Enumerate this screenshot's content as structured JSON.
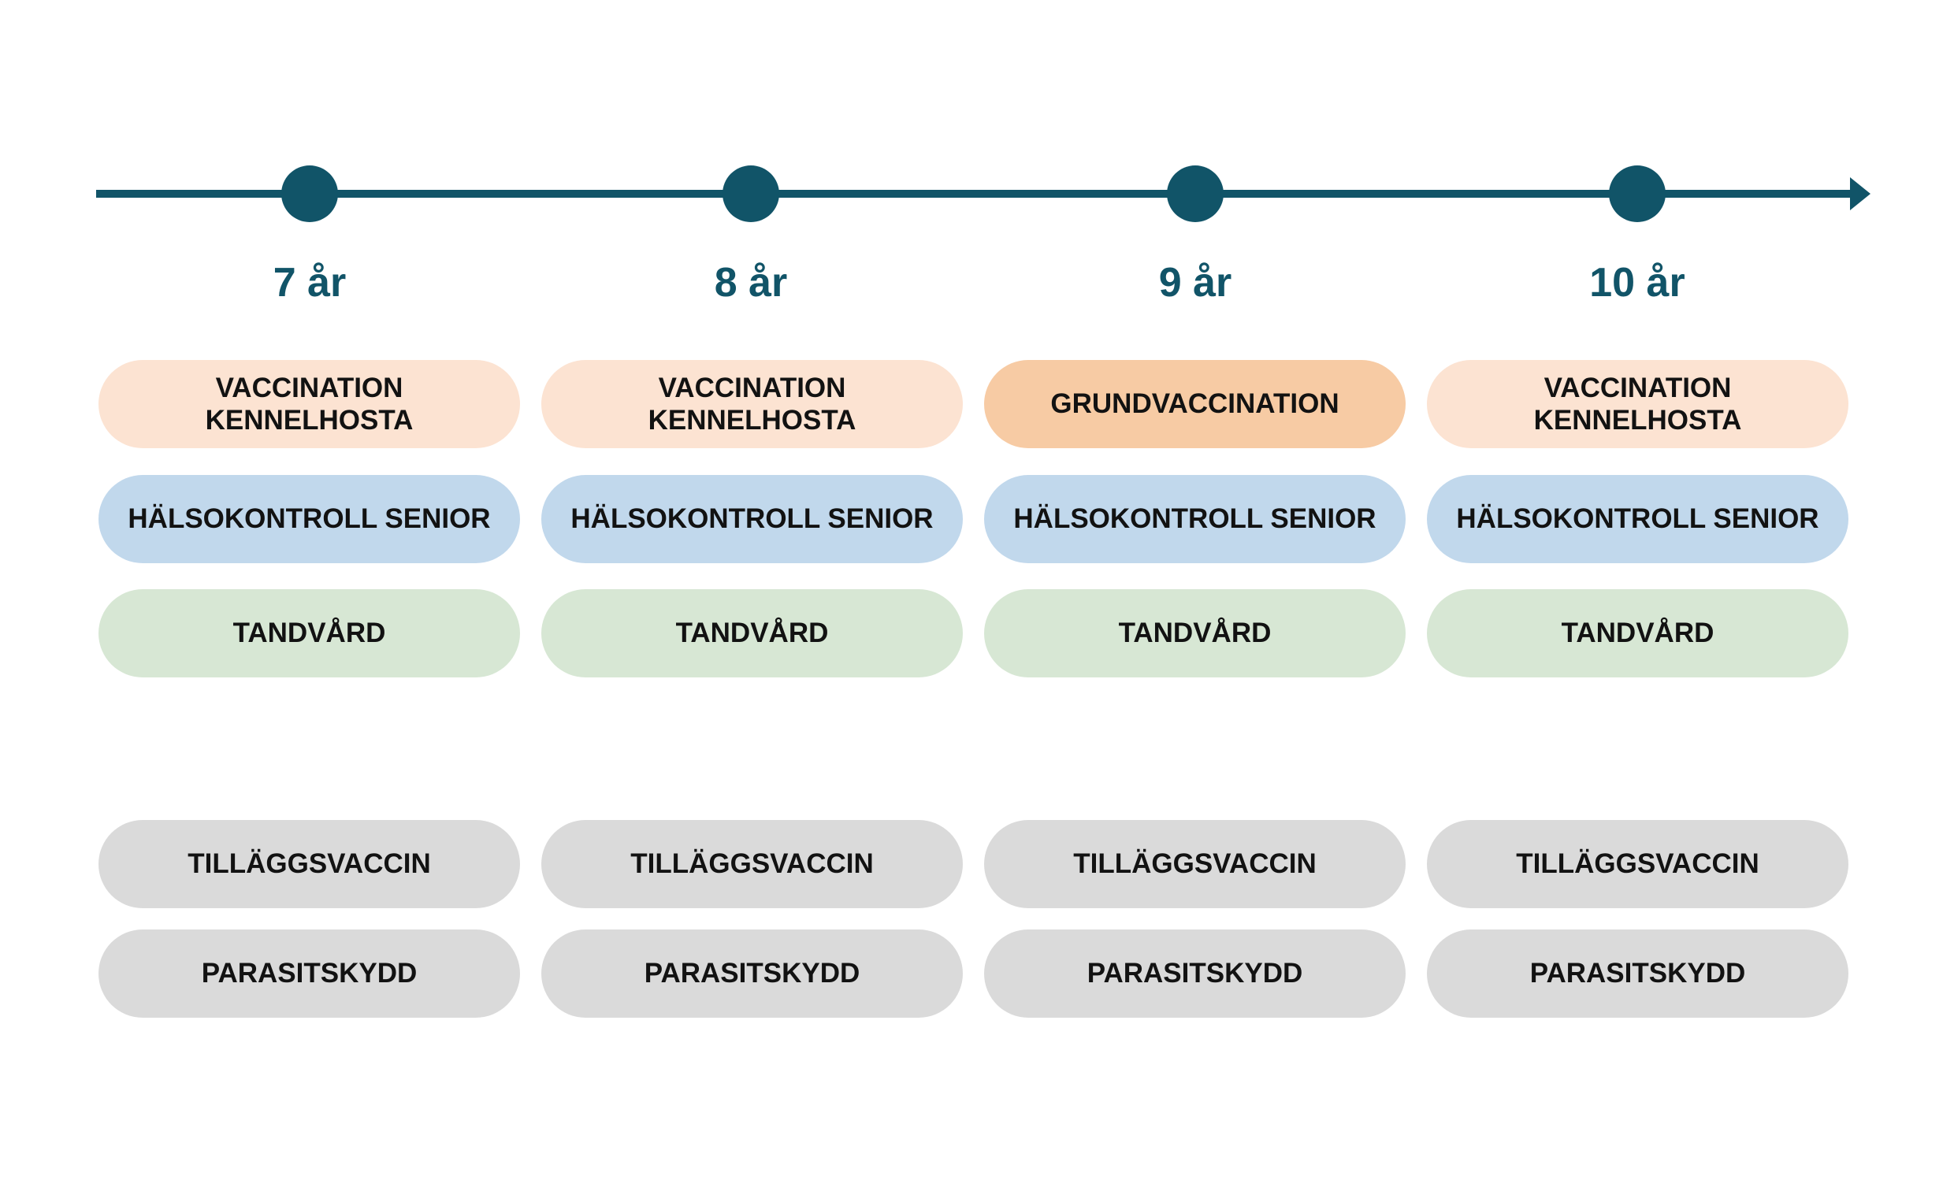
{
  "colors": {
    "timeline": "#115468",
    "peach": "#FCE3D2",
    "orange": "#F7CBA4",
    "blue": "#C1D8EC",
    "green": "#D7E7D4",
    "gray": "#DADADA",
    "text": "#121212"
  },
  "timeline": {
    "ages": [
      "7 år",
      "8 år",
      "9 år",
      "10 år"
    ]
  },
  "columns": [
    {
      "age": "7 år",
      "pills": [
        {
          "label": "VACCINATION KENNELHOSTA",
          "color": "peach"
        },
        {
          "label": "HÄLSOKONTROLL SENIOR",
          "color": "blue"
        },
        {
          "label": "TANDVÅRD",
          "color": "green"
        },
        {
          "label": "TILLÄGGSVACCIN",
          "color": "gray"
        },
        {
          "label": "PARASITSKYDD",
          "color": "gray"
        }
      ]
    },
    {
      "age": "8 år",
      "pills": [
        {
          "label": "VACCINATION KENNELHOSTA",
          "color": "peach"
        },
        {
          "label": "HÄLSOKONTROLL SENIOR",
          "color": "blue"
        },
        {
          "label": "TANDVÅRD",
          "color": "green"
        },
        {
          "label": "TILLÄGGSVACCIN",
          "color": "gray"
        },
        {
          "label": "PARASITSKYDD",
          "color": "gray"
        }
      ]
    },
    {
      "age": "9 år",
      "pills": [
        {
          "label": "GRUNDVACCINATION",
          "color": "orange"
        },
        {
          "label": "HÄLSOKONTROLL SENIOR",
          "color": "blue"
        },
        {
          "label": "TANDVÅRD",
          "color": "green"
        },
        {
          "label": "TILLÄGGSVACCIN",
          "color": "gray"
        },
        {
          "label": "PARASITSKYDD",
          "color": "gray"
        }
      ]
    },
    {
      "age": "10 år",
      "pills": [
        {
          "label": "VACCINATION KENNELHOSTA",
          "color": "peach"
        },
        {
          "label": "HÄLSOKONTROLL SENIOR",
          "color": "blue"
        },
        {
          "label": "TANDVÅRD",
          "color": "green"
        },
        {
          "label": "TILLÄGGSVACCIN",
          "color": "gray"
        },
        {
          "label": "PARASITSKYDD",
          "color": "gray"
        }
      ]
    }
  ]
}
